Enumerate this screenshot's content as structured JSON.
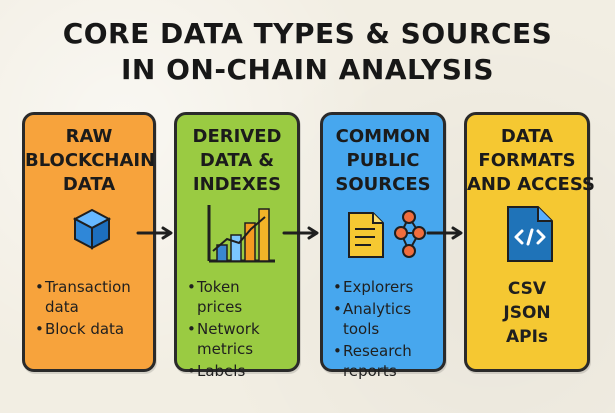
{
  "title": {
    "line1": "CORE DATA TYPES & SOURCES",
    "line2": "IN ON-CHAIN ANALYSIS"
  },
  "cards": {
    "raw": {
      "title_lines": [
        "RAW",
        "BLOCKCHAIN",
        "DATA"
      ],
      "items": [
        "Transaction data",
        "Block data"
      ],
      "color": "#f7a33c",
      "icon": "cube-icon"
    },
    "derived": {
      "title_lines": [
        "DERIVED",
        "DATA &",
        "INDEXES"
      ],
      "items": [
        "Token prices",
        "Network metrics",
        "Labels"
      ],
      "color": "#9acb42",
      "icon": "bar-chart-icon"
    },
    "public": {
      "title_lines": [
        "COMMON",
        "PUBLIC",
        "SOURCES"
      ],
      "items": [
        "Explorers",
        "Analytics tools",
        "Research reports"
      ],
      "color": "#47a7ee",
      "icon": "document-network-icon"
    },
    "formats": {
      "title_lines": [
        "DATA",
        "FORMATS",
        "AND ACCESS"
      ],
      "items": [
        "CSV",
        "JSON",
        "APIs"
      ],
      "color": "#f5c832",
      "icon": "code-file-icon"
    }
  },
  "arrows": [
    "arrow-right-icon",
    "arrow-right-icon",
    "arrow-right-icon"
  ]
}
